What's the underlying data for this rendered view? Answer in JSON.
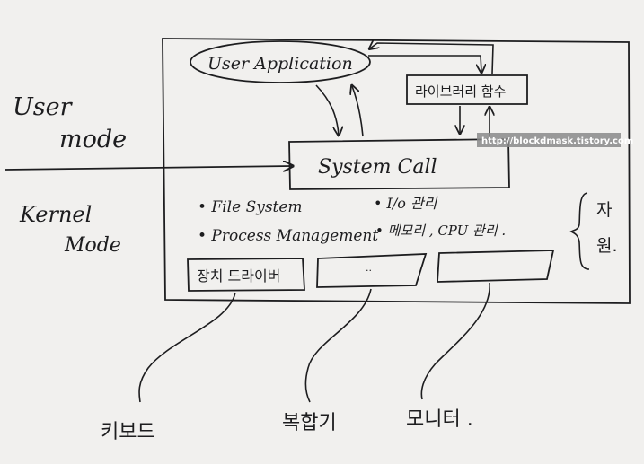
{
  "user_mode": {
    "line1": "User",
    "line2": "mode"
  },
  "kernel_mode": {
    "line1": "Kernel",
    "line2": "Mode"
  },
  "user_application": "User Application",
  "library_function": "라이브러리 함수",
  "system_call": "System Call",
  "kernel_items": {
    "file_system": "• File System",
    "io": "• I/o 관리",
    "process": "• Process Management",
    "memory": "• 메모리 , CPU 관리 ."
  },
  "resource": {
    "char1": "자",
    "char2": "원."
  },
  "drivers": {
    "device_driver": "장치 드라이버",
    "box2_mark": "··"
  },
  "devices": {
    "keyboard": "키보드",
    "printer": "복합기",
    "monitor": "모니터 ."
  },
  "watermark": "http://blockdmask.tistory.com",
  "colors": {
    "ink": "#1d1d1f",
    "paper": "#f1f0ee",
    "watermark_bg": "#8a8a8a"
  }
}
